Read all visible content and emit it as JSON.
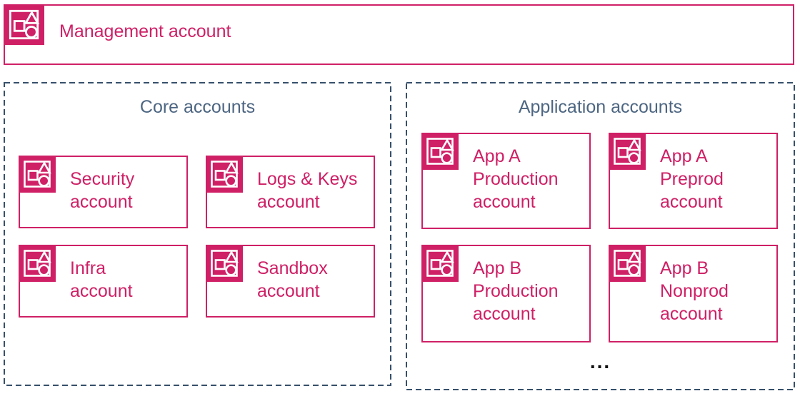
{
  "colors": {
    "accent_pink": "#CF2066",
    "group_border": "#36506B",
    "group_title": "#4D6682",
    "ellipsis": "#111111",
    "background": "#FFFFFF"
  },
  "icons": {
    "account": "aws-account-icon"
  },
  "management": {
    "label": "Management account"
  },
  "groups": [
    {
      "title": "Core accounts",
      "accounts": [
        {
          "lines": [
            "Security",
            "account"
          ]
        },
        {
          "lines": [
            "Logs & Keys",
            "account"
          ]
        },
        {
          "lines": [
            "Infra",
            "account"
          ]
        },
        {
          "lines": [
            "Sandbox",
            "account"
          ]
        }
      ]
    },
    {
      "title": "Application accounts",
      "accounts": [
        {
          "lines": [
            "App A",
            "Production",
            "account"
          ]
        },
        {
          "lines": [
            "App A",
            "Preprod",
            "account"
          ]
        },
        {
          "lines": [
            "App B",
            "Production",
            "account"
          ]
        },
        {
          "lines": [
            "App B",
            "Nonprod",
            "account"
          ]
        }
      ],
      "ellipsis": "..."
    }
  ]
}
